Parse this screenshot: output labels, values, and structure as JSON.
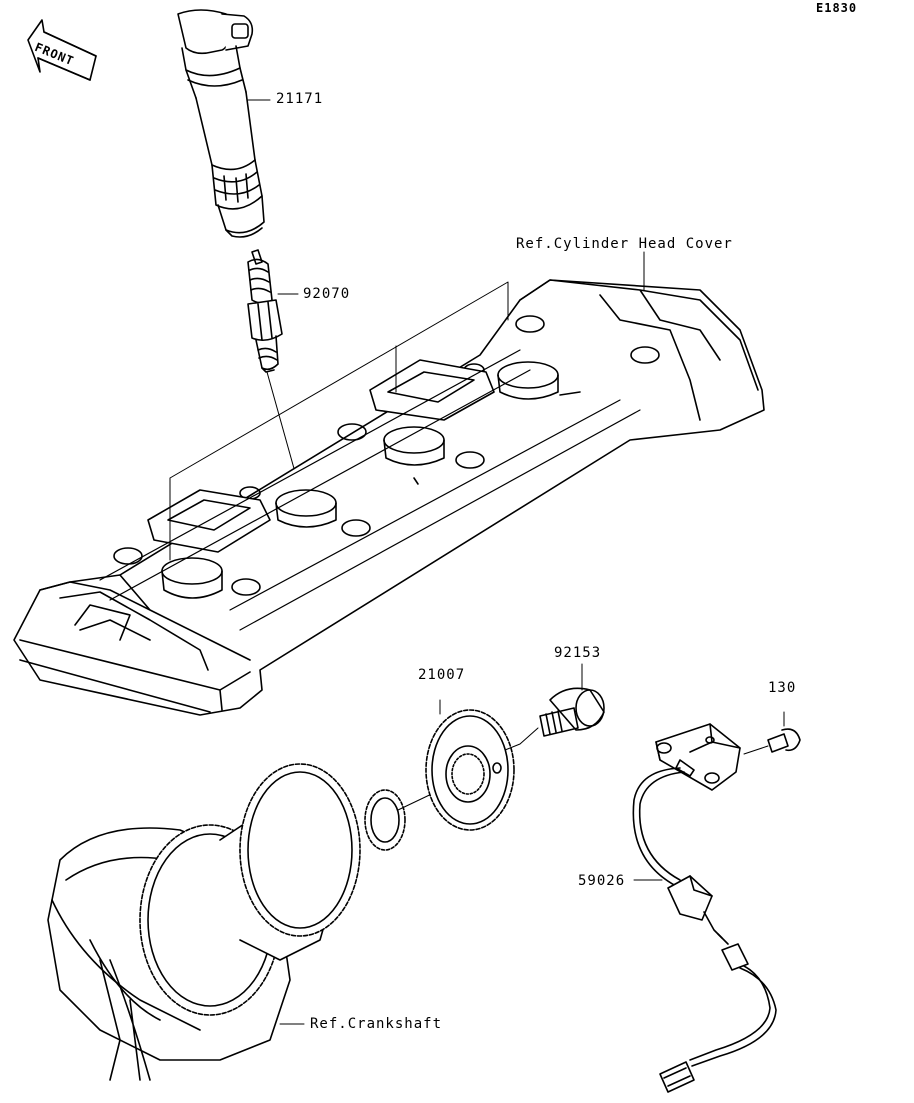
{
  "diagram": {
    "code": "E1830",
    "front_arrow": "FRONT"
  },
  "parts": {
    "coil": {
      "number": "21171"
    },
    "spark_plug": {
      "number": "92070"
    },
    "head_cover_ref": {
      "label": "Ref.Cylinder Head Cover"
    },
    "rotor": {
      "number": "21007"
    },
    "rotor_bolt": {
      "number": "92153"
    },
    "sensor_bolt": {
      "number": "130"
    },
    "sensor": {
      "number": "59026"
    },
    "crankshaft_ref": {
      "label": "Ref.Crankshaft"
    }
  }
}
